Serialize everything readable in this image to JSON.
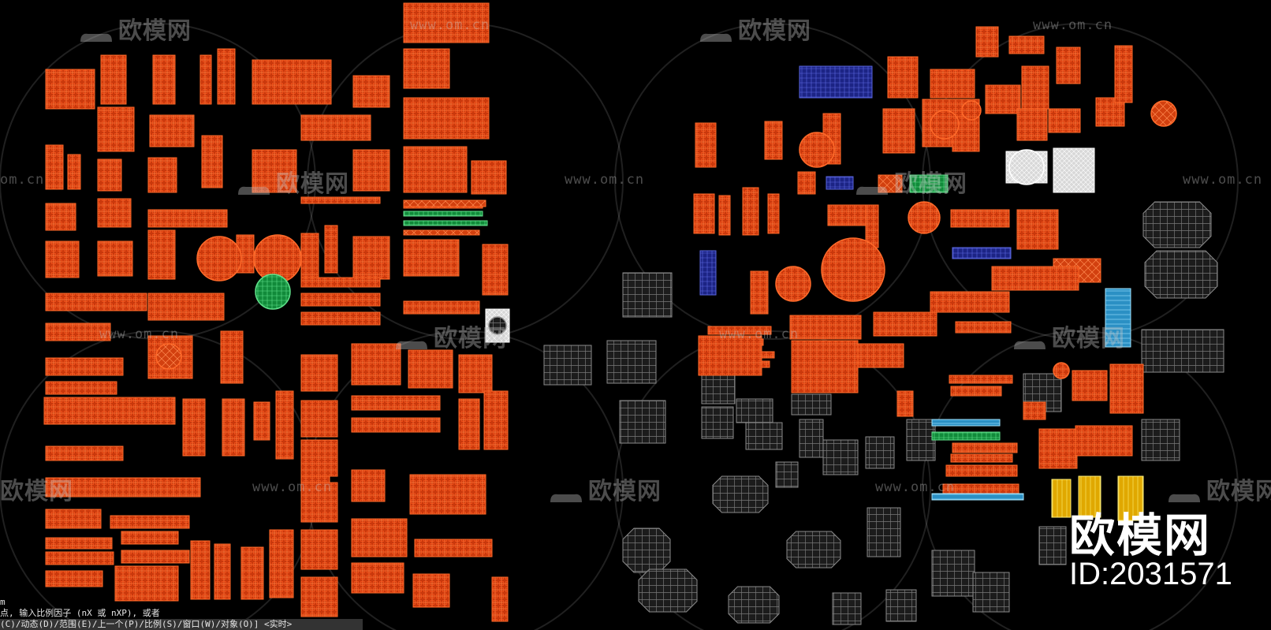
{
  "watermark": {
    "brand": "欧模网",
    "url": "www.om.cn",
    "brand_partial": "欧模网",
    "url_partial": "om.cn"
  },
  "badge": {
    "brand": "欧模网",
    "id": "ID:2031571"
  },
  "command_line": {
    "line1": "m",
    "line2": "点, 输入比例因子 (nX 或 nXP), 或者",
    "line3": "(C)/动态(D)/范围(E)/上一个(P)/比例(S)/窗口(W)/对象(O)] <实时>"
  },
  "colors": {
    "background": "#000000",
    "primary": "#e0450f",
    "outline": "#ff6a2a",
    "gray": "#6f6f6f",
    "green": "#1aa84a",
    "magenta": "#c0308a",
    "blue": "#2530a0",
    "cyan": "#3aa8d8",
    "yellow": "#f2c010",
    "white": "#f0f0f0",
    "orange": "#f07a18"
  }
}
